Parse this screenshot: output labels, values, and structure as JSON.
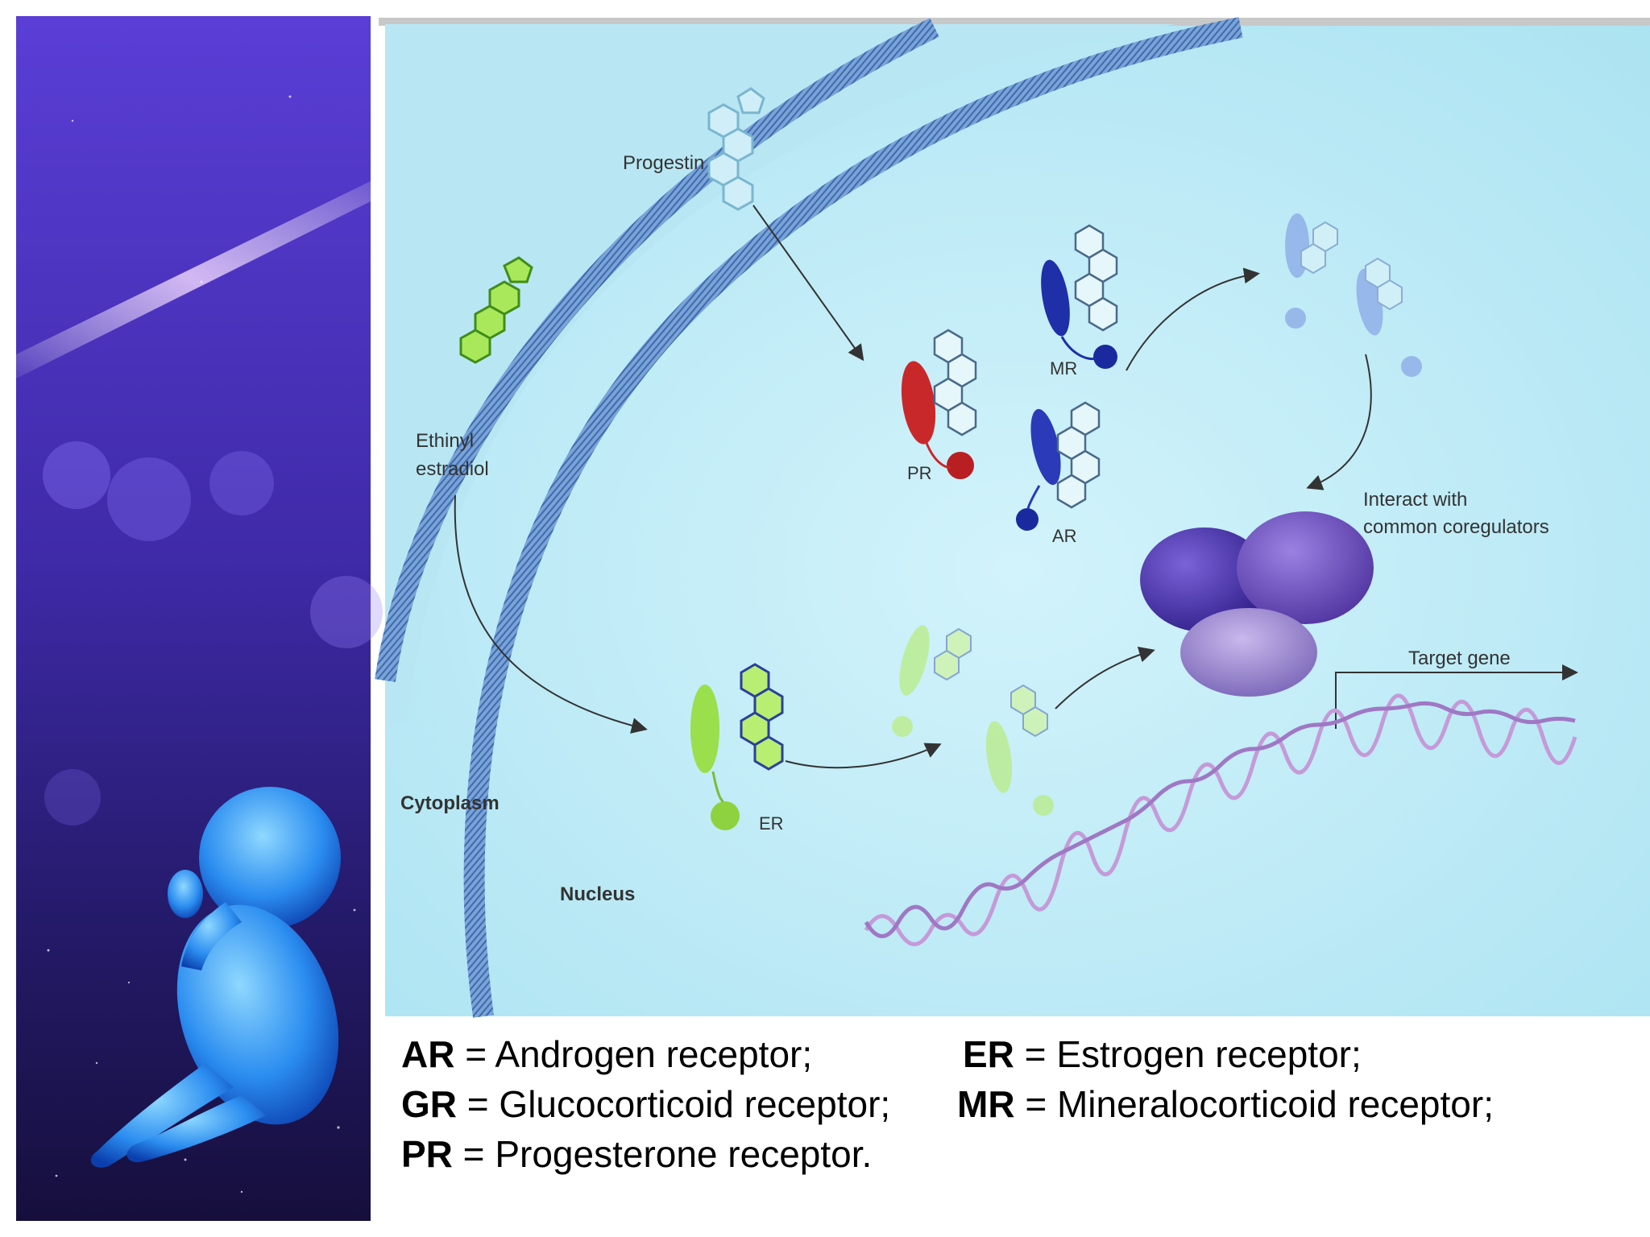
{
  "labels": {
    "progestin": "Progestin",
    "ethinyl_line1": "Ethinyl",
    "ethinyl_line2": "estradiol",
    "mr": "MR",
    "pr": "PR",
    "ar": "AR",
    "er": "ER",
    "interact_line1": "Interact with",
    "interact_line2": "common coregulators",
    "target_gene": "Target gene",
    "cytoplasm": "Cytoplasm",
    "nucleus": "Nucleus"
  },
  "legend": [
    {
      "abbr": "AR",
      "text": " = Androgen receptor;"
    },
    {
      "abbr": "ER",
      "text": " = Estrogen receptor;"
    },
    {
      "abbr": "GR",
      "text": " = Glucocorticoid receptor;"
    },
    {
      "abbr": "MR",
      "text": " = Mineralocorticoid receptor;"
    },
    {
      "abbr": "PR",
      "text": " = Progesterone receptor."
    }
  ],
  "colors": {
    "nucleus_bg": "#bfeaf5",
    "membrane": "#5b86c4",
    "estrogen_receptor": "#9adf4c",
    "progesterone_receptor": "#c9282b",
    "mineralocorticoid_receptor": "#1e2fa8",
    "coregulator": "#5a3aa8",
    "dna": "#c59ad8"
  },
  "icons": {
    "decor": "fetus-illustration"
  }
}
